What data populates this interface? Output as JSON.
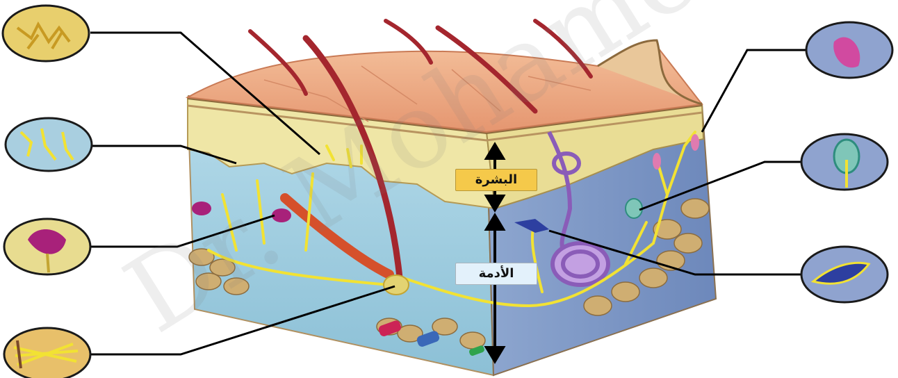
{
  "labels": {
    "epidermis": "البشرة",
    "dermis": "الأدمة"
  },
  "watermark": "Dr. Mohamed",
  "colors": {
    "epidermis_box": "#f5c94a",
    "dermis_box": "#e3f1fb",
    "skin_surface": "#eaa07a",
    "dermis_fill": "#a9d2e3",
    "nerve": "#f2e233",
    "hair": "#a4262e",
    "gland": "#b48ad6",
    "fat": "#c8a96a"
  },
  "callouts": {
    "left": [
      "free-nerve-endings-top",
      "free-nerve-endings",
      "meissner-corpuscle",
      "pacinian-corpuscle"
    ],
    "right": [
      "ruffini-ending",
      "krause-bulb",
      "merkel-disc"
    ]
  }
}
